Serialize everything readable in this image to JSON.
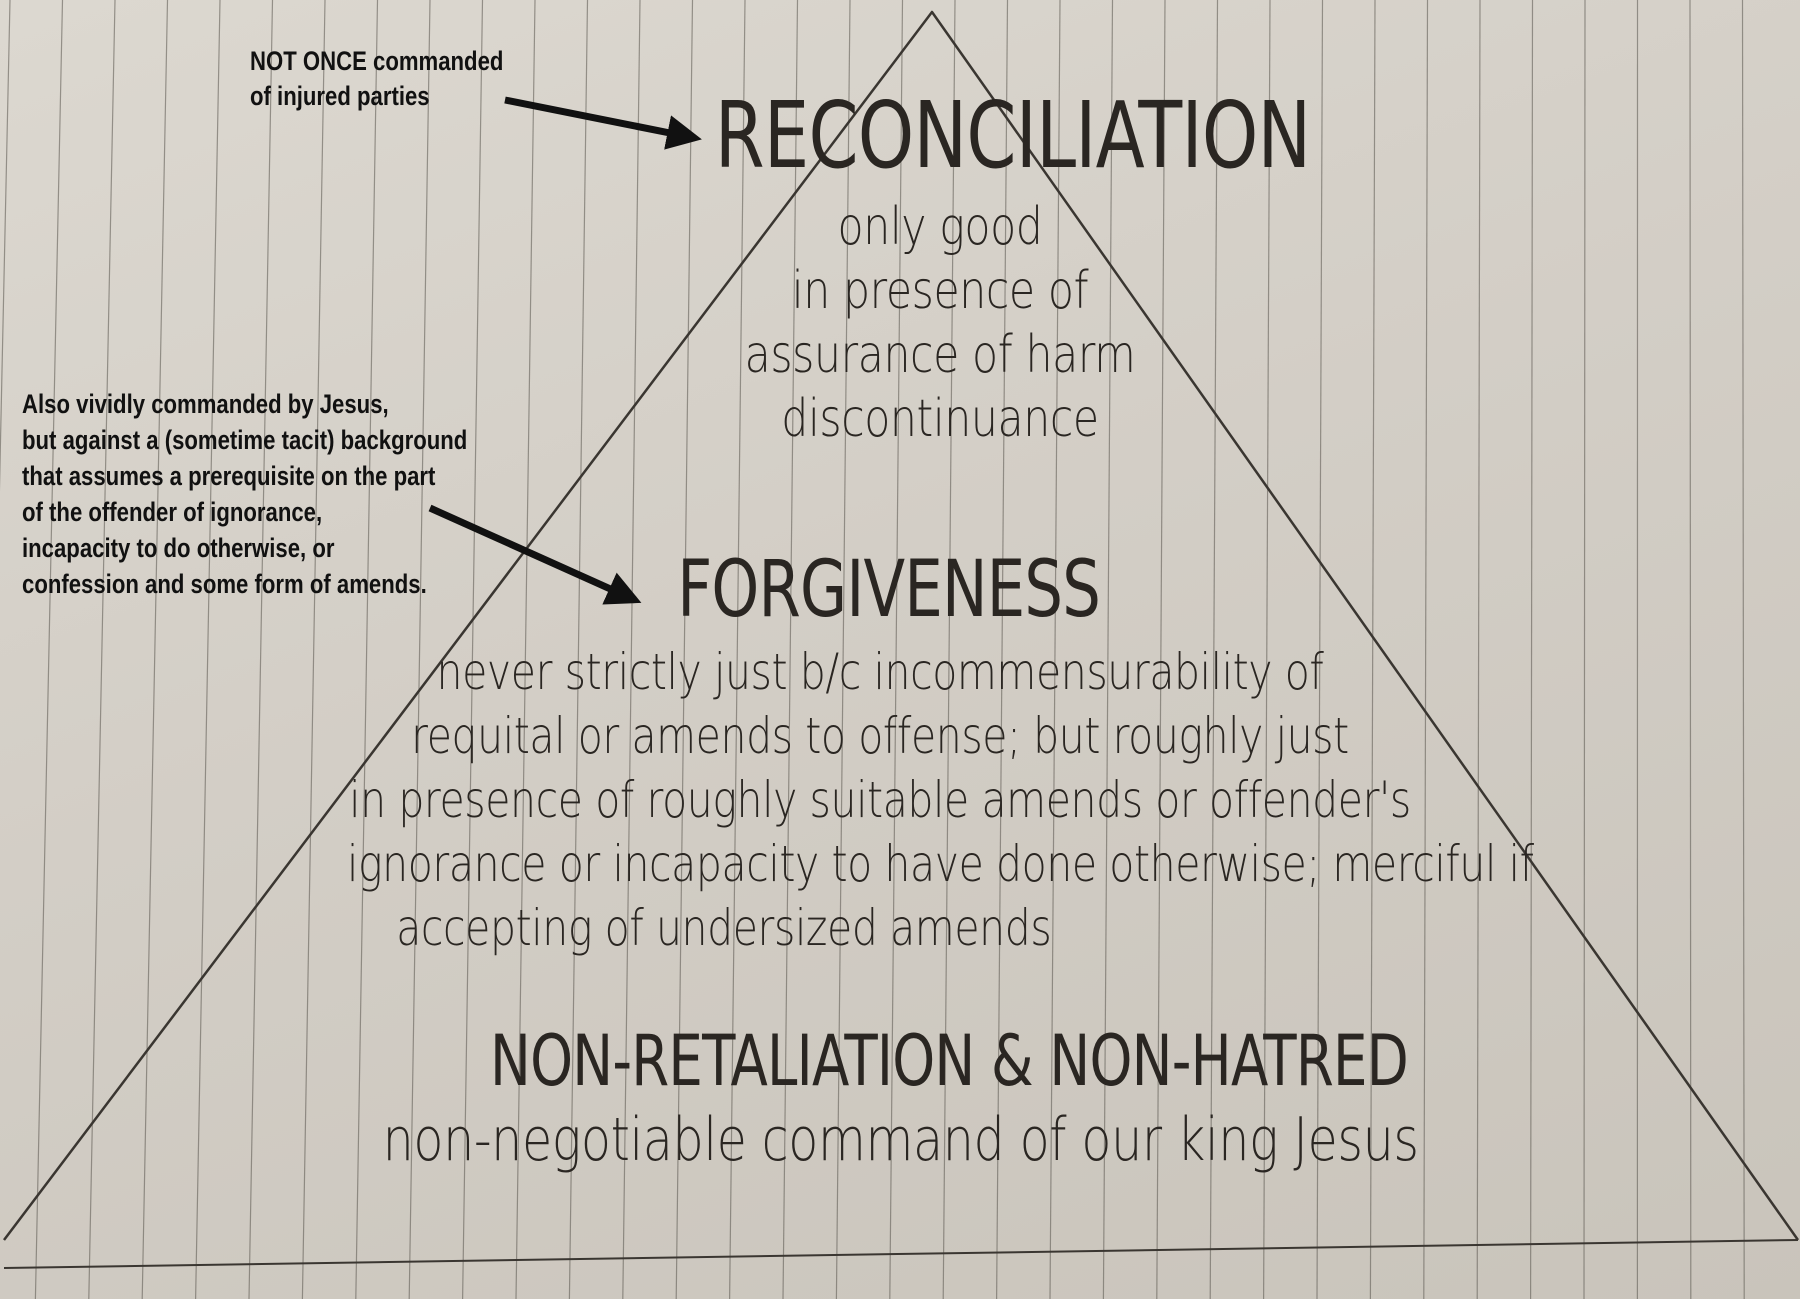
{
  "annotations": {
    "reconciliation_note": [
      "NOT ONCE commanded",
      "of injured parties"
    ],
    "forgiveness_note": [
      "Also vividly commanded by Jesus,",
      "but against a (sometime tacit) background",
      "that assumes a prerequisite on the part",
      "of the offender of ignorance,",
      "incapacity to do otherwise, or",
      "confession and some form of amends."
    ]
  },
  "pyramid": {
    "top": {
      "heading": "RECONCILIATION",
      "body": [
        "only good",
        "in presence of",
        "assurance of harm",
        "discontinuance"
      ]
    },
    "middle": {
      "heading": "FORGIVENESS",
      "body": [
        "never strictly just b/c incommensurability of",
        "requital or amends to offense; but roughly just",
        "in presence of roughly suitable amends or offender's",
        "ignorance or incapacity to have done otherwise; merciful if",
        "accepting of undersized amends"
      ]
    },
    "bottom": {
      "heading": "NON-RETALIATION & NON-HATRED",
      "body": [
        "non-negotiable command of our king Jesus"
      ]
    }
  },
  "colors": {
    "ink": "#2a2622",
    "marker": "#111111",
    "paper": "#d6d1c9",
    "rule": "#57534d"
  }
}
